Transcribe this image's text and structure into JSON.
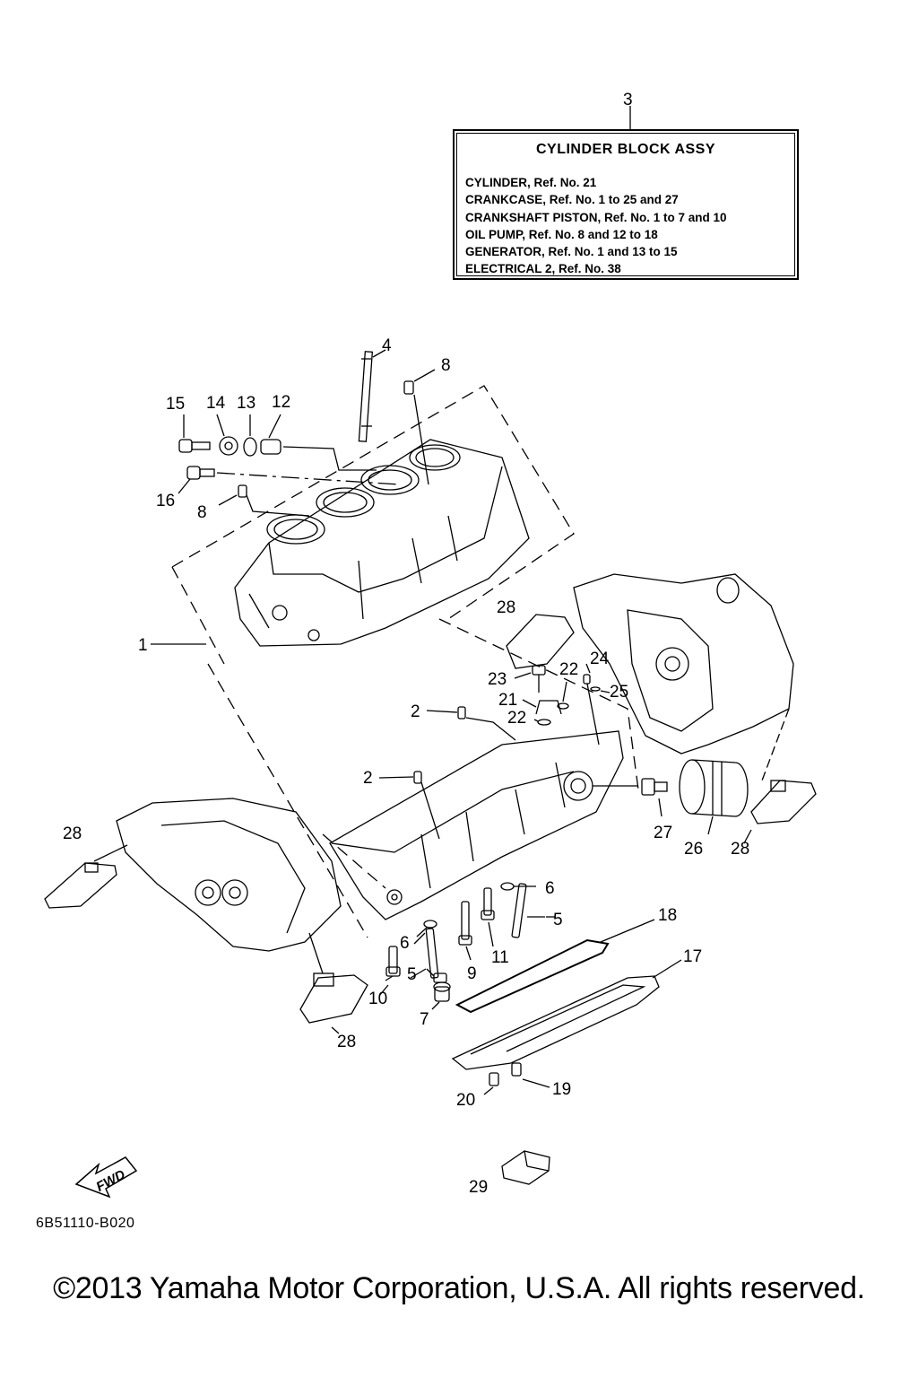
{
  "assy": {
    "ref": "3",
    "title": "CYLINDER BLOCK ASSY",
    "lines": [
      "CYLINDER, Ref. No. 21",
      "CRANKCASE, Ref. No. 1 to 25 and 27",
      "CRANKSHAFT PISTON, Ref. No. 1 to 7 and 10",
      "OIL PUMP, Ref. No. 8 and 12 to 18",
      "GENERATOR, Ref. No. 1 and 13 to 15",
      "ELECTRICAL 2, Ref. No. 38"
    ]
  },
  "callouts": {
    "c4": "4",
    "c8a": "8",
    "c15": "15",
    "c14": "14",
    "c13": "13",
    "c12": "12",
    "c16": "16",
    "c8b": "8",
    "c1": "1",
    "c28a": "28",
    "c23": "23",
    "c22a": "22",
    "c24": "24",
    "c21": "21",
    "c25": "25",
    "c2a": "2",
    "c22b": "22",
    "c2b": "2",
    "c27": "27",
    "c26": "26",
    "c28b": "28",
    "c28c": "28",
    "c6a": "6",
    "c18": "18",
    "c5a": "5",
    "c6b": "6",
    "c17": "17",
    "c5b": "5",
    "c9": "9",
    "c11": "11",
    "c10": "10",
    "c7": "7",
    "c28d": "28",
    "c19": "19",
    "c20": "20",
    "c29": "29"
  },
  "fwd_label": "FWD",
  "ref_code": "6B51110-B020",
  "copyright": "©2013 Yamaha Motor Corporation, U.S.A. All rights reserved."
}
